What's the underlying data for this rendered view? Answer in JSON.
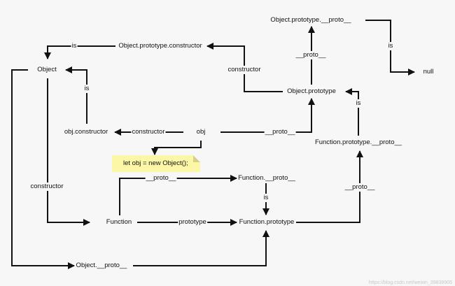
{
  "nodes": {
    "object_prototype_proto": "Object.prototype.__proto__",
    "object_prototype_constructor": "Object.prototype.constructor",
    "object": "Object",
    "null": "null",
    "object_prototype": "Object.prototype",
    "obj_constructor": "obj.constructor",
    "obj": "obj",
    "function_prototype_proto": "Function.prototype.__proto__",
    "function_proto": "Function.__proto__",
    "function": "Function",
    "function_prototype": "Function.prototype",
    "object_proto": "Object.__proto__"
  },
  "edges": {
    "is_object": "is",
    "is_null": "is",
    "proto_object_prototype": "__proto__",
    "constructor_object_prototype": "constructor",
    "is_obj_constructor": "is",
    "is_function_prototype_proto": "is",
    "constructor_obj": "constructor",
    "proto_obj": "__proto__",
    "proto_function": "__proto__",
    "is_function_proto": "is",
    "proto_function_prototype": "__proto__",
    "constructor_object": "constructor",
    "prototype_function": "prototype"
  },
  "note": "let obj = new Object();",
  "watermark": "https://blog.csdn.net/weixin_39838905"
}
